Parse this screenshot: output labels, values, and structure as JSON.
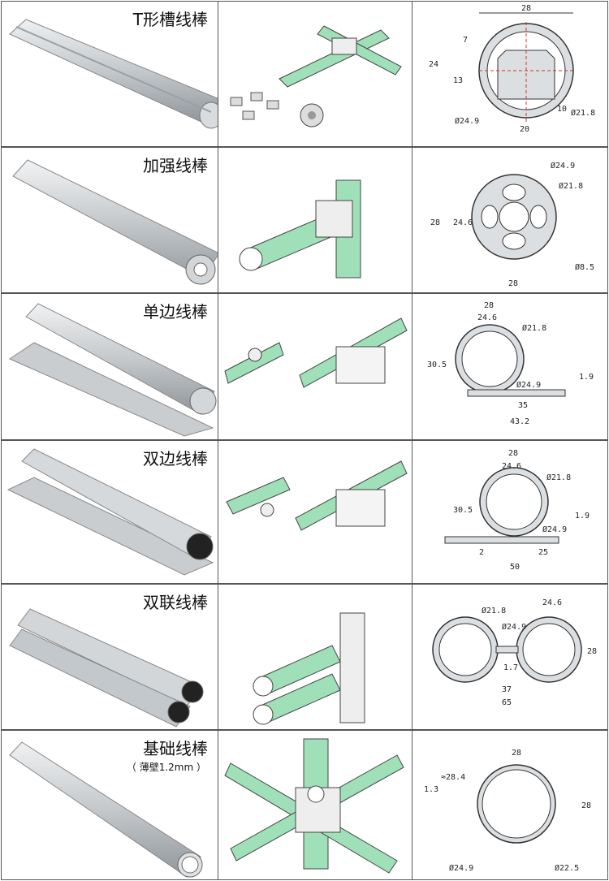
{
  "products": [
    {
      "name": "T形槽线棒",
      "note": "",
      "drawing": {
        "type": "t-slot",
        "dims": [
          "28",
          "7",
          "24",
          "13",
          "Ø24.9",
          "Ø21.8",
          "10",
          "20"
        ]
      }
    },
    {
      "name": "加强线棒",
      "note": "",
      "drawing": {
        "type": "reinforced",
        "dims": [
          "Ø24.9",
          "Ø21.8",
          "28",
          "24.6",
          "28",
          "Ø8.5"
        ]
      }
    },
    {
      "name": "单边线棒",
      "note": "",
      "drawing": {
        "type": "single-flange",
        "dims": [
          "28",
          "24.6",
          "Ø21.8",
          "30.5",
          "Ø24.9",
          "1.9",
          "35",
          "43.2"
        ]
      }
    },
    {
      "name": "双边线棒",
      "note": "",
      "drawing": {
        "type": "double-flange",
        "dims": [
          "28",
          "24.6",
          "Ø21.8",
          "30.5",
          "Ø24.9",
          "1.9",
          "2",
          "25",
          "50"
        ]
      }
    },
    {
      "name": "双联线棒",
      "note": "",
      "drawing": {
        "type": "twin",
        "dims": [
          "Ø21.8",
          "Ø24.9",
          "24.6",
          "28",
          "1.7",
          "37",
          "65"
        ]
      }
    },
    {
      "name": "基础线棒",
      "note": "（ 薄壁1.2mm ）",
      "drawing": {
        "type": "basic",
        "dims": [
          "≈28.4",
          "28",
          "1.3",
          "28",
          "Ø24.9",
          "Ø22.5"
        ]
      }
    }
  ],
  "colors": {
    "border": "#555555",
    "accent_green": "#9fe0b8",
    "metal": "#c8ccd0",
    "dim_line": "#333333"
  }
}
